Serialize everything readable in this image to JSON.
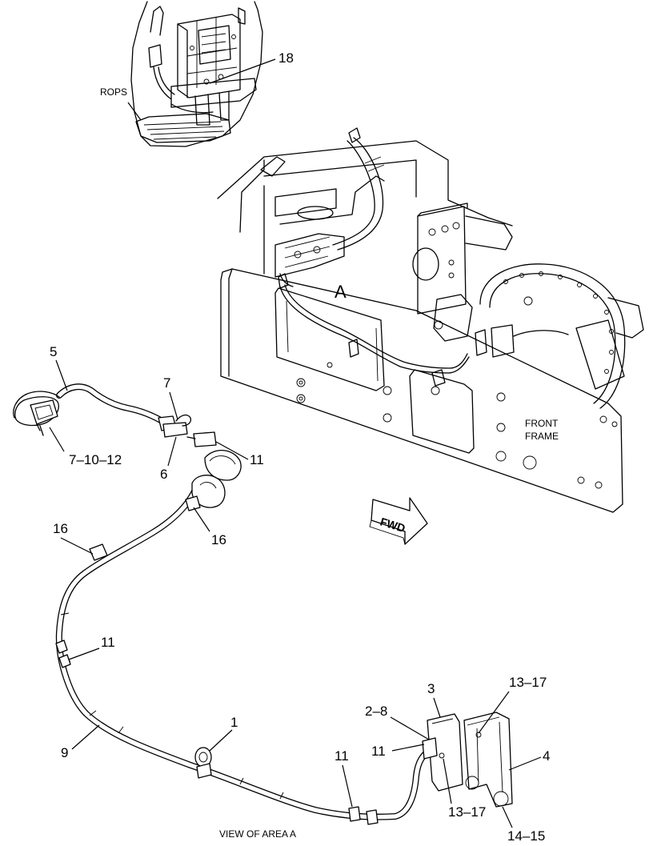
{
  "labels": {
    "rops": "ROPS",
    "area": "A",
    "front_frame_line1": "FRONT",
    "front_frame_line2": "FRAME",
    "fwd": "FWD",
    "caption": "VIEW OF AREA  A"
  },
  "callouts": {
    "c18": "18",
    "c5": "5",
    "c7": "7",
    "c7_10_12": "7–10–12",
    "c6": "6",
    "c11_top": "11",
    "c16_left": "16",
    "c16_right": "16",
    "c11_mid": "11",
    "c9": "9",
    "c1": "1",
    "c11_lower": "11",
    "c2_8": "2–8",
    "c3": "3",
    "c11_bracket": "11",
    "c13_17_top": "13–17",
    "c4": "4",
    "c13_17_bottom": "13–17",
    "c14_15": "14–15"
  },
  "colors": {
    "ink": "#000000",
    "paper": "#ffffff"
  }
}
